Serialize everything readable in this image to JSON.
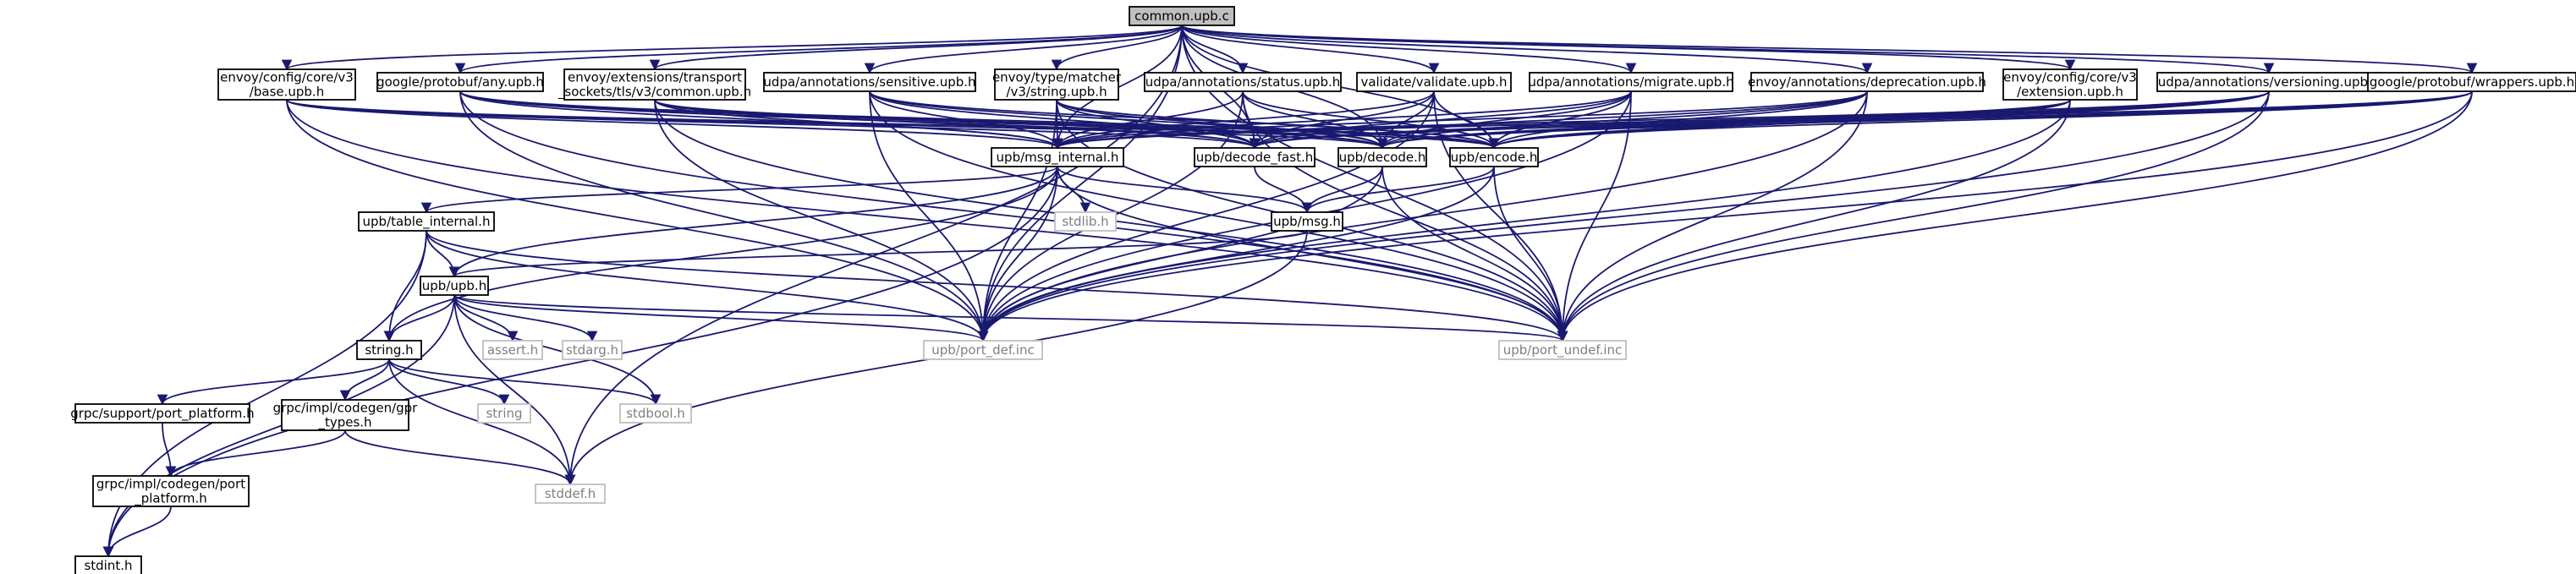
{
  "graph": {
    "nodes": [
      {
        "id": "common",
        "label": [
          "common.upb.c"
        ],
        "kind": "root"
      },
      {
        "id": "envoy_base",
        "label": [
          "envoy/config/core/v3",
          "/base.upb.h"
        ],
        "kind": "file"
      },
      {
        "id": "gp_any",
        "label": [
          "google/protobuf/any.upb.h"
        ],
        "kind": "file"
      },
      {
        "id": "envoy_ext_tls",
        "label": [
          "envoy/extensions/transport",
          "_sockets/tls/v3/common.upb.h"
        ],
        "kind": "file"
      },
      {
        "id": "udpa_sensitive",
        "label": [
          "udpa/annotations/sensitive.upb.h"
        ],
        "kind": "file"
      },
      {
        "id": "envoy_matcher",
        "label": [
          "envoy/type/matcher",
          "/v3/string.upb.h"
        ],
        "kind": "file"
      },
      {
        "id": "udpa_status",
        "label": [
          "udpa/annotations/status.upb.h"
        ],
        "kind": "file"
      },
      {
        "id": "validate",
        "label": [
          "validate/validate.upb.h"
        ],
        "kind": "file"
      },
      {
        "id": "udpa_migrate",
        "label": [
          "udpa/annotations/migrate.upb.h"
        ],
        "kind": "file"
      },
      {
        "id": "envoy_deprecation",
        "label": [
          "envoy/annotations/deprecation.upb.h"
        ],
        "kind": "file"
      },
      {
        "id": "envoy_extension",
        "label": [
          "envoy/config/core/v3",
          "/extension.upb.h"
        ],
        "kind": "file"
      },
      {
        "id": "udpa_versioning",
        "label": [
          "udpa/annotations/versioning.upb.h"
        ],
        "kind": "file"
      },
      {
        "id": "gp_wrappers",
        "label": [
          "google/protobuf/wrappers.upb.h"
        ],
        "kind": "file"
      },
      {
        "id": "msg_internal",
        "label": [
          "upb/msg_internal.h"
        ],
        "kind": "file"
      },
      {
        "id": "decode_fast",
        "label": [
          "upb/decode_fast.h"
        ],
        "kind": "file"
      },
      {
        "id": "decode",
        "label": [
          "upb/decode.h"
        ],
        "kind": "file"
      },
      {
        "id": "encode",
        "label": [
          "upb/encode.h"
        ],
        "kind": "file"
      },
      {
        "id": "stdlib",
        "label": [
          "stdlib.h"
        ],
        "kind": "sys"
      },
      {
        "id": "msg",
        "label": [
          "upb/msg.h"
        ],
        "kind": "file"
      },
      {
        "id": "table_internal",
        "label": [
          "upb/table_internal.h"
        ],
        "kind": "file"
      },
      {
        "id": "upb",
        "label": [
          "upb/upb.h"
        ],
        "kind": "file"
      },
      {
        "id": "assert",
        "label": [
          "assert.h"
        ],
        "kind": "sys"
      },
      {
        "id": "stdarg",
        "label": [
          "stdarg.h"
        ],
        "kind": "sys"
      },
      {
        "id": "port_def",
        "label": [
          "upb/port_def.inc"
        ],
        "kind": "sys"
      },
      {
        "id": "port_undef",
        "label": [
          "upb/port_undef.inc"
        ],
        "kind": "sys"
      },
      {
        "id": "string",
        "label": [
          "string.h"
        ],
        "kind": "file"
      },
      {
        "id": "grpc_support",
        "label": [
          "grpc/support/port_platform.h"
        ],
        "kind": "file"
      },
      {
        "id": "grpc_gpr",
        "label": [
          "grpc/impl/codegen/gpr",
          "_types.h"
        ],
        "kind": "file"
      },
      {
        "id": "stringsys",
        "label": [
          "string"
        ],
        "kind": "sys"
      },
      {
        "id": "stdbool",
        "label": [
          "stdbool.h"
        ],
        "kind": "sys"
      },
      {
        "id": "grpc_port",
        "label": [
          "grpc/impl/codegen/port",
          "_platform.h"
        ],
        "kind": "file"
      },
      {
        "id": "stddef",
        "label": [
          "stddef.h"
        ],
        "kind": "sys"
      },
      {
        "id": "stdint",
        "label": [
          "stdint.h"
        ],
        "kind": "file"
      }
    ],
    "edges": [
      [
        "common",
        "envoy_base"
      ],
      [
        "common",
        "gp_any"
      ],
      [
        "common",
        "envoy_ext_tls"
      ],
      [
        "common",
        "udpa_sensitive"
      ],
      [
        "common",
        "envoy_matcher"
      ],
      [
        "common",
        "udpa_status"
      ],
      [
        "common",
        "validate"
      ],
      [
        "common",
        "udpa_migrate"
      ],
      [
        "common",
        "envoy_deprecation"
      ],
      [
        "common",
        "envoy_extension"
      ],
      [
        "common",
        "udpa_versioning"
      ],
      [
        "common",
        "gp_wrappers"
      ],
      [
        "common",
        "msg_internal"
      ],
      [
        "common",
        "decode"
      ],
      [
        "common",
        "encode"
      ],
      [
        "common",
        "decode_fast"
      ],
      [
        "common",
        "port_def"
      ],
      [
        "common",
        "port_undef"
      ],
      [
        "common",
        "stddef"
      ],
      [
        "envoy_base",
        "msg_internal"
      ],
      [
        "envoy_base",
        "decode"
      ],
      [
        "envoy_base",
        "encode"
      ],
      [
        "envoy_base",
        "decode_fast"
      ],
      [
        "envoy_base",
        "port_def"
      ],
      [
        "envoy_base",
        "port_undef"
      ],
      [
        "gp_any",
        "msg_internal"
      ],
      [
        "gp_any",
        "decode"
      ],
      [
        "gp_any",
        "encode"
      ],
      [
        "gp_any",
        "decode_fast"
      ],
      [
        "gp_any",
        "port_def"
      ],
      [
        "gp_any",
        "port_undef"
      ],
      [
        "envoy_ext_tls",
        "msg_internal"
      ],
      [
        "envoy_ext_tls",
        "decode"
      ],
      [
        "envoy_ext_tls",
        "encode"
      ],
      [
        "envoy_ext_tls",
        "decode_fast"
      ],
      [
        "envoy_ext_tls",
        "port_def"
      ],
      [
        "envoy_ext_tls",
        "port_undef"
      ],
      [
        "udpa_sensitive",
        "msg_internal"
      ],
      [
        "udpa_sensitive",
        "decode"
      ],
      [
        "udpa_sensitive",
        "encode"
      ],
      [
        "udpa_sensitive",
        "decode_fast"
      ],
      [
        "udpa_sensitive",
        "port_def"
      ],
      [
        "udpa_sensitive",
        "port_undef"
      ],
      [
        "envoy_matcher",
        "msg_internal"
      ],
      [
        "envoy_matcher",
        "decode"
      ],
      [
        "envoy_matcher",
        "encode"
      ],
      [
        "envoy_matcher",
        "decode_fast"
      ],
      [
        "envoy_matcher",
        "port_def"
      ],
      [
        "envoy_matcher",
        "port_undef"
      ],
      [
        "udpa_status",
        "msg_internal"
      ],
      [
        "udpa_status",
        "decode"
      ],
      [
        "udpa_status",
        "encode"
      ],
      [
        "udpa_status",
        "decode_fast"
      ],
      [
        "udpa_status",
        "port_def"
      ],
      [
        "udpa_status",
        "port_undef"
      ],
      [
        "validate",
        "msg_internal"
      ],
      [
        "validate",
        "decode"
      ],
      [
        "validate",
        "encode"
      ],
      [
        "validate",
        "decode_fast"
      ],
      [
        "validate",
        "port_def"
      ],
      [
        "validate",
        "port_undef"
      ],
      [
        "udpa_migrate",
        "msg_internal"
      ],
      [
        "udpa_migrate",
        "decode"
      ],
      [
        "udpa_migrate",
        "encode"
      ],
      [
        "udpa_migrate",
        "decode_fast"
      ],
      [
        "udpa_migrate",
        "port_def"
      ],
      [
        "udpa_migrate",
        "port_undef"
      ],
      [
        "envoy_deprecation",
        "msg_internal"
      ],
      [
        "envoy_deprecation",
        "decode"
      ],
      [
        "envoy_deprecation",
        "encode"
      ],
      [
        "envoy_deprecation",
        "decode_fast"
      ],
      [
        "envoy_deprecation",
        "port_def"
      ],
      [
        "envoy_deprecation",
        "port_undef"
      ],
      [
        "envoy_extension",
        "msg_internal"
      ],
      [
        "envoy_extension",
        "decode"
      ],
      [
        "envoy_extension",
        "encode"
      ],
      [
        "envoy_extension",
        "decode_fast"
      ],
      [
        "envoy_extension",
        "port_def"
      ],
      [
        "envoy_extension",
        "port_undef"
      ],
      [
        "udpa_versioning",
        "msg_internal"
      ],
      [
        "udpa_versioning",
        "decode"
      ],
      [
        "udpa_versioning",
        "encode"
      ],
      [
        "udpa_versioning",
        "decode_fast"
      ],
      [
        "udpa_versioning",
        "port_def"
      ],
      [
        "udpa_versioning",
        "port_undef"
      ],
      [
        "gp_wrappers",
        "msg_internal"
      ],
      [
        "gp_wrappers",
        "decode"
      ],
      [
        "gp_wrappers",
        "encode"
      ],
      [
        "gp_wrappers",
        "decode_fast"
      ],
      [
        "gp_wrappers",
        "port_def"
      ],
      [
        "gp_wrappers",
        "port_undef"
      ],
      [
        "msg_internal",
        "stdlib"
      ],
      [
        "msg_internal",
        "msg"
      ],
      [
        "msg_internal",
        "table_internal"
      ],
      [
        "msg_internal",
        "upb"
      ],
      [
        "msg_internal",
        "string"
      ],
      [
        "msg_internal",
        "stdint"
      ],
      [
        "msg_internal",
        "port_def"
      ],
      [
        "msg_internal",
        "port_undef"
      ],
      [
        "decode_fast",
        "msg"
      ],
      [
        "decode",
        "msg"
      ],
      [
        "decode",
        "port_def"
      ],
      [
        "decode",
        "port_undef"
      ],
      [
        "encode",
        "msg"
      ],
      [
        "encode",
        "port_def"
      ],
      [
        "encode",
        "port_undef"
      ],
      [
        "msg",
        "upb"
      ],
      [
        "msg",
        "stddef"
      ],
      [
        "table_internal",
        "upb"
      ],
      [
        "table_internal",
        "string"
      ],
      [
        "table_internal",
        "stdint"
      ],
      [
        "table_internal",
        "port_def"
      ],
      [
        "table_internal",
        "port_undef"
      ],
      [
        "upb",
        "assert"
      ],
      [
        "upb",
        "stdarg"
      ],
      [
        "upb",
        "stdbool"
      ],
      [
        "upb",
        "string"
      ],
      [
        "upb",
        "stddef"
      ],
      [
        "upb",
        "port_def"
      ],
      [
        "upb",
        "port_undef"
      ],
      [
        "upb",
        "stdint"
      ],
      [
        "string",
        "grpc_support"
      ],
      [
        "string",
        "grpc_gpr"
      ],
      [
        "string",
        "stringsys"
      ],
      [
        "string",
        "stdbool"
      ],
      [
        "string",
        "stddef"
      ],
      [
        "grpc_support",
        "grpc_port"
      ],
      [
        "grpc_gpr",
        "grpc_port"
      ],
      [
        "grpc_gpr",
        "stddef"
      ],
      [
        "grpc_port",
        "stdint"
      ]
    ]
  }
}
